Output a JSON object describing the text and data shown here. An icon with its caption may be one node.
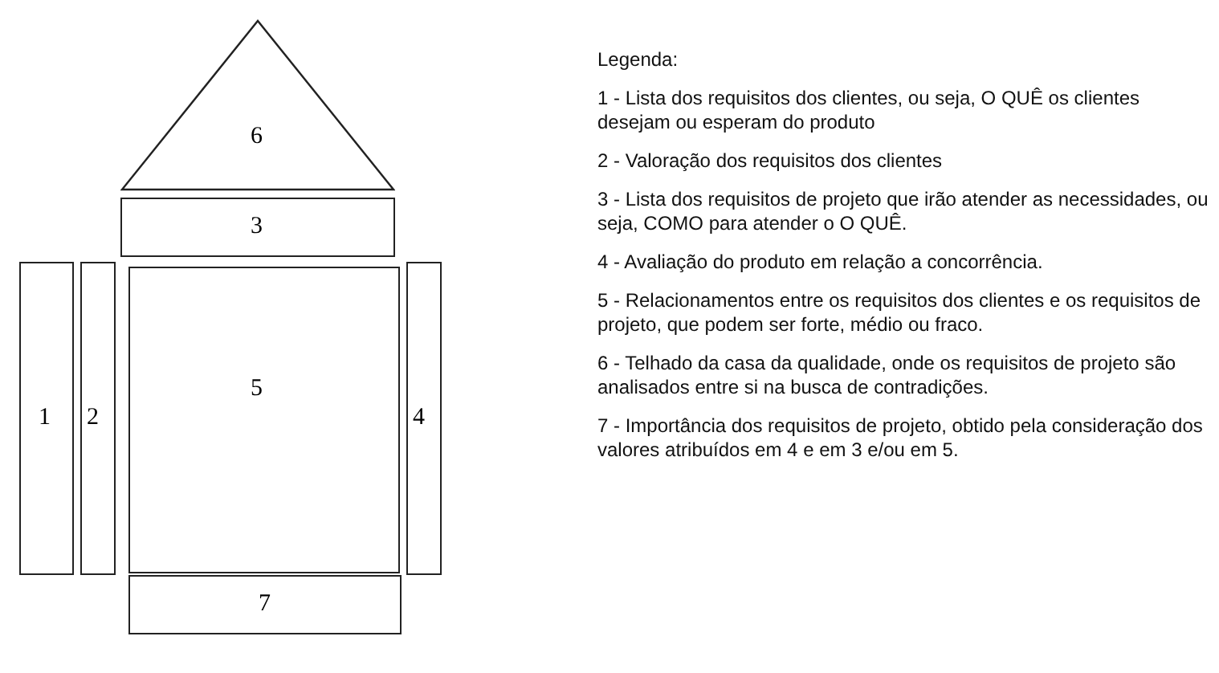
{
  "diagram": {
    "nodes": [
      {
        "text": [
          "6"
        ]
      },
      {
        "text": [
          "3"
        ]
      },
      {
        "text": [
          "1"
        ]
      },
      {
        "text": [
          "2"
        ]
      },
      {
        "text": [
          "5"
        ]
      },
      {
        "text": [
          "4"
        ]
      },
      {
        "text": [
          "7"
        ]
      }
    ],
    "labels": [
      "Legenda:",
      "1 - Lista dos requisitos dos clientes, ou seja, O QUÊ os clientes desejam ou esperam do produto",
      "2 - Valoração dos requisitos dos clientes",
      "3 - Lista dos requisitos de projeto que irão atender as necessidades, ou seja, COMO para atender o O QUÊ.",
      "4 - Avaliação do produto em relação a concorrência.",
      "5 - Relacionamentos entre os requisitos dos clientes e os requisitos de projeto, que podem ser forte, médio ou fraco.",
      "6 - Telhado da casa da qualidade, onde os requisitos de projeto são analisados entre si na busca de contradições.",
      "7 - Importância dos requisitos de projeto, obtido pela consideração dos valores atribuídos em 4 e em 3 e/ou em 5."
    ]
  }
}
